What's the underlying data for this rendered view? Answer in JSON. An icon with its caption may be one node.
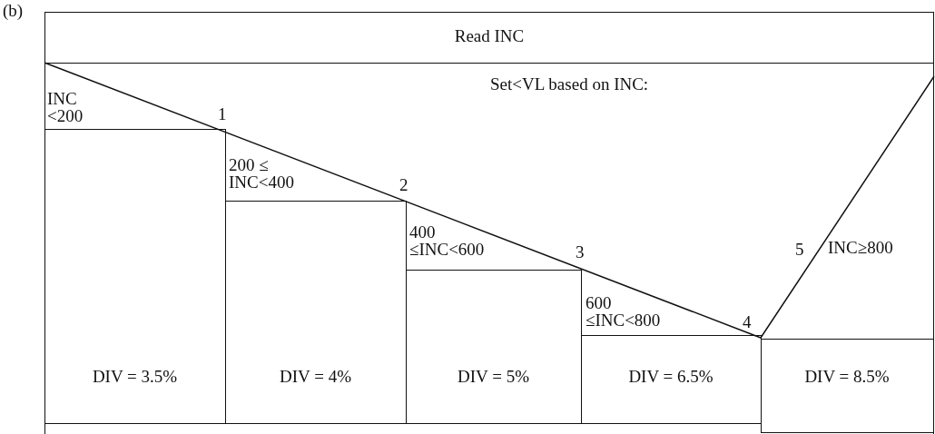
{
  "diagram": {
    "nodes": [
      {
        "text": [
          "Read INC"
        ]
      },
      {
        "text": [
          "Set<VL based on INC:"
        ]
      },
      {
        "text": [
          "DIV = 3.5%"
        ],
        "in": 1
      },
      {
        "text": [
          "DIV = 4%"
        ],
        "in": 1
      },
      {
        "text": [
          "DIV = 5%"
        ],
        "in": 1
      },
      {
        "text": [
          "DIV = 6.5%"
        ],
        "in": 1
      },
      {
        "text": [
          "DIV = 8.5%"
        ],
        "in": 1
      }
    ],
    "labels": [
      "(b)",
      "INC <200",
      "1",
      "200 ≤ INC<400",
      "2",
      "400 ≤INC<600",
      "3",
      "600 ≤INC<800",
      "4",
      "5",
      "INC≥800"
    ]
  }
}
